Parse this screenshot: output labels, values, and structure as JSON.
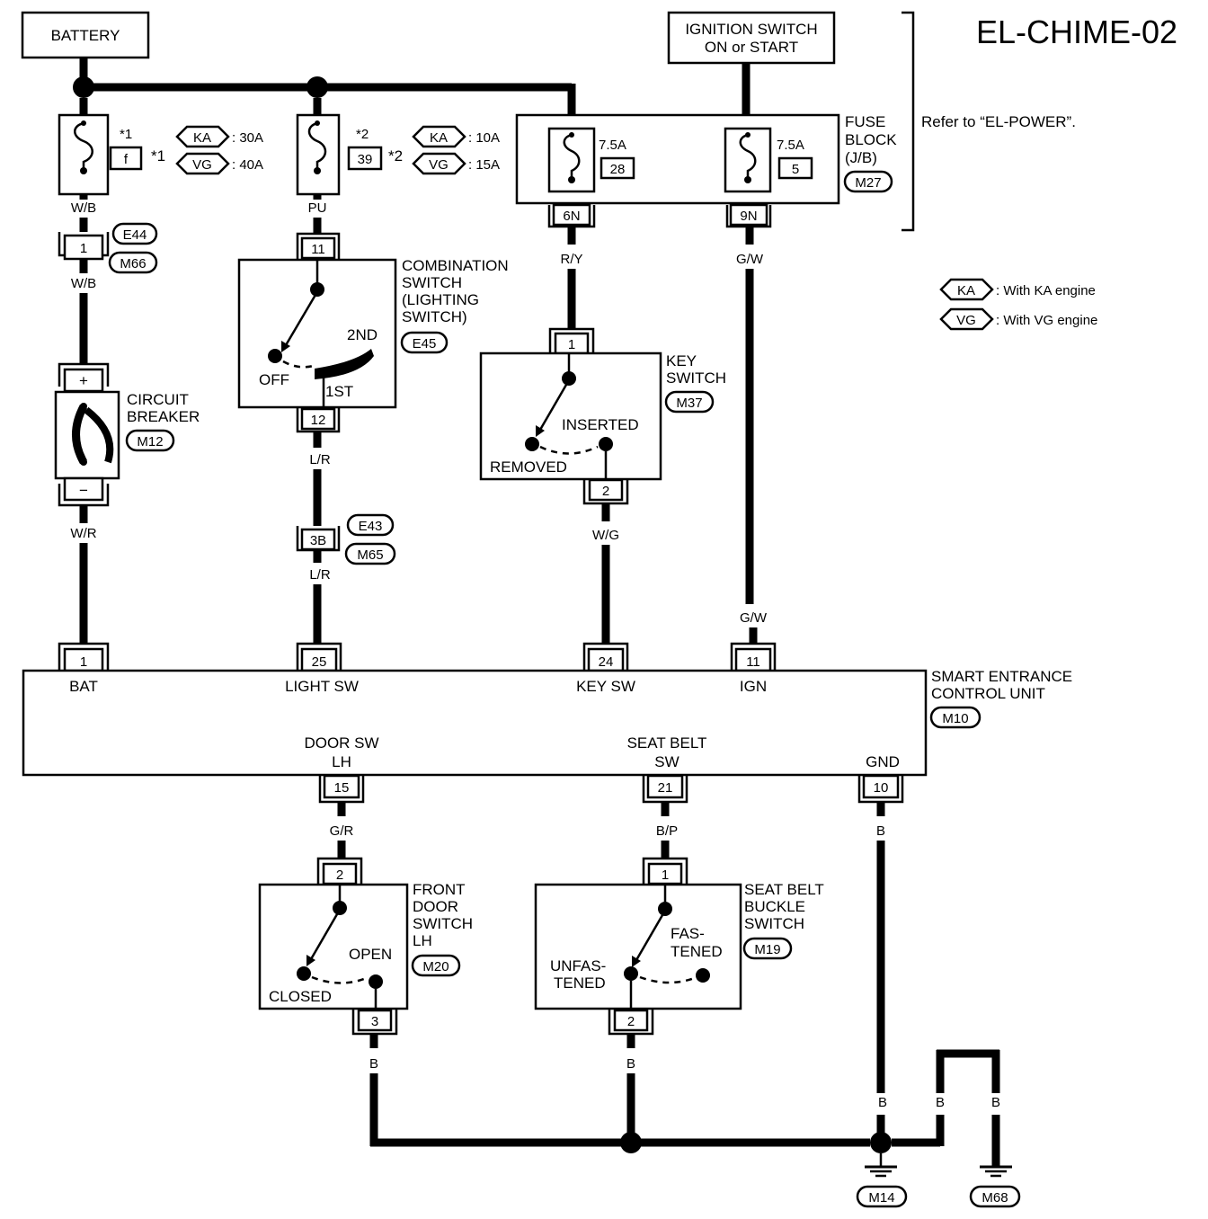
{
  "title": "EL-CHIME-02",
  "power": {
    "battery": "BATTERY",
    "ignition_line1": "IGNITION SWITCH",
    "ignition_line2": "ON or START",
    "refer": "Refer to “EL-POWER”."
  },
  "fuses": {
    "f1_ref": "*1",
    "f1_num": "f",
    "f1_star": "*1",
    "f1_ka": "KA",
    "f1_ka_rating": ": 30A",
    "f1_vg": "VG",
    "f1_vg_rating": ": 40A",
    "f2_ref": "*2",
    "f2_num": "39",
    "f2_star": "*2",
    "f2_ka": "KA",
    "f2_ka_rating": ": 10A",
    "f2_vg": "VG",
    "f2_vg_rating": ": 15A",
    "f3_rating": "7.5A",
    "f3_num": "28",
    "f4_rating": "7.5A",
    "f4_num": "5",
    "block_line1": "FUSE",
    "block_line2": "BLOCK",
    "block_line3": "(J/B)",
    "block_conn": "M27",
    "term_6n": "6N",
    "term_9n": "9N"
  },
  "legend": {
    "ka_tag": "KA",
    "ka_text": ": With KA engine",
    "vg_tag": "VG",
    "vg_text": ": With VG engine"
  },
  "wires": {
    "wb1": "W/B",
    "wb2": "W/B",
    "wr": "W/R",
    "pu": "PU",
    "lr1": "L/R",
    "lr2": "L/R",
    "ry": "R/Y",
    "wg": "W/G",
    "gw1": "G/W",
    "gw2": "G/W",
    "gr": "G/R",
    "bp": "B/P",
    "b1": "B",
    "b2": "B",
    "b3": "B",
    "b4": "B",
    "b5": "B",
    "b6": "B"
  },
  "connectors": {
    "e44": "E44",
    "m66": "M66",
    "e43": "E43",
    "m65": "M65",
    "pin_1a": "1",
    "pin_11a": "11",
    "pin_12": "12",
    "pin_3b": "3B",
    "pin_1b": "1",
    "pin_2a": "2",
    "pin_1": "1",
    "pin_25": "25",
    "pin_24": "24",
    "pin_11": "11",
    "pin_15": "15",
    "pin_21": "21",
    "pin_10": "10",
    "pin_2b": "2",
    "pin_3": "3",
    "pin_1c": "1",
    "pin_2c": "2"
  },
  "circuit_breaker": {
    "line1": "CIRCUIT",
    "line2": "BREAKER",
    "conn": "M12",
    "plus": "+",
    "minus": "−"
  },
  "combination_switch": {
    "line1": "COMBINATION",
    "line2": "SWITCH",
    "line3": "(LIGHTING",
    "line4": "SWITCH)",
    "conn": "E45",
    "off": "OFF",
    "first": "1ST",
    "second": "2ND"
  },
  "key_switch": {
    "line1": "KEY",
    "line2": "SWITCH",
    "conn": "M37",
    "inserted": "INSERTED",
    "removed": "REMOVED"
  },
  "control_unit": {
    "line1": "SMART ENTRANCE",
    "line2": "CONTROL UNIT",
    "conn": "M10",
    "bat": "BAT",
    "light_sw": "LIGHT SW",
    "key_sw": "KEY SW",
    "ign": "IGN",
    "door_sw1": "DOOR SW",
    "door_sw2": "LH",
    "seat_belt1": "SEAT BELT",
    "seat_belt2": "SW",
    "gnd": "GND"
  },
  "door_switch": {
    "line1": "FRONT",
    "line2": "DOOR",
    "line3": "SWITCH",
    "line4": "LH",
    "conn": "M20",
    "open": "OPEN",
    "closed": "CLOSED"
  },
  "seat_belt_switch": {
    "line1": "SEAT BELT",
    "line2": "BUCKLE",
    "line3": "SWITCH",
    "conn": "M19",
    "fas1": "FAS-",
    "fas2": "TENED",
    "unf1": "UNFAS-",
    "unf2": "TENED"
  },
  "grounds": {
    "g1": "M14",
    "g2": "M68"
  }
}
